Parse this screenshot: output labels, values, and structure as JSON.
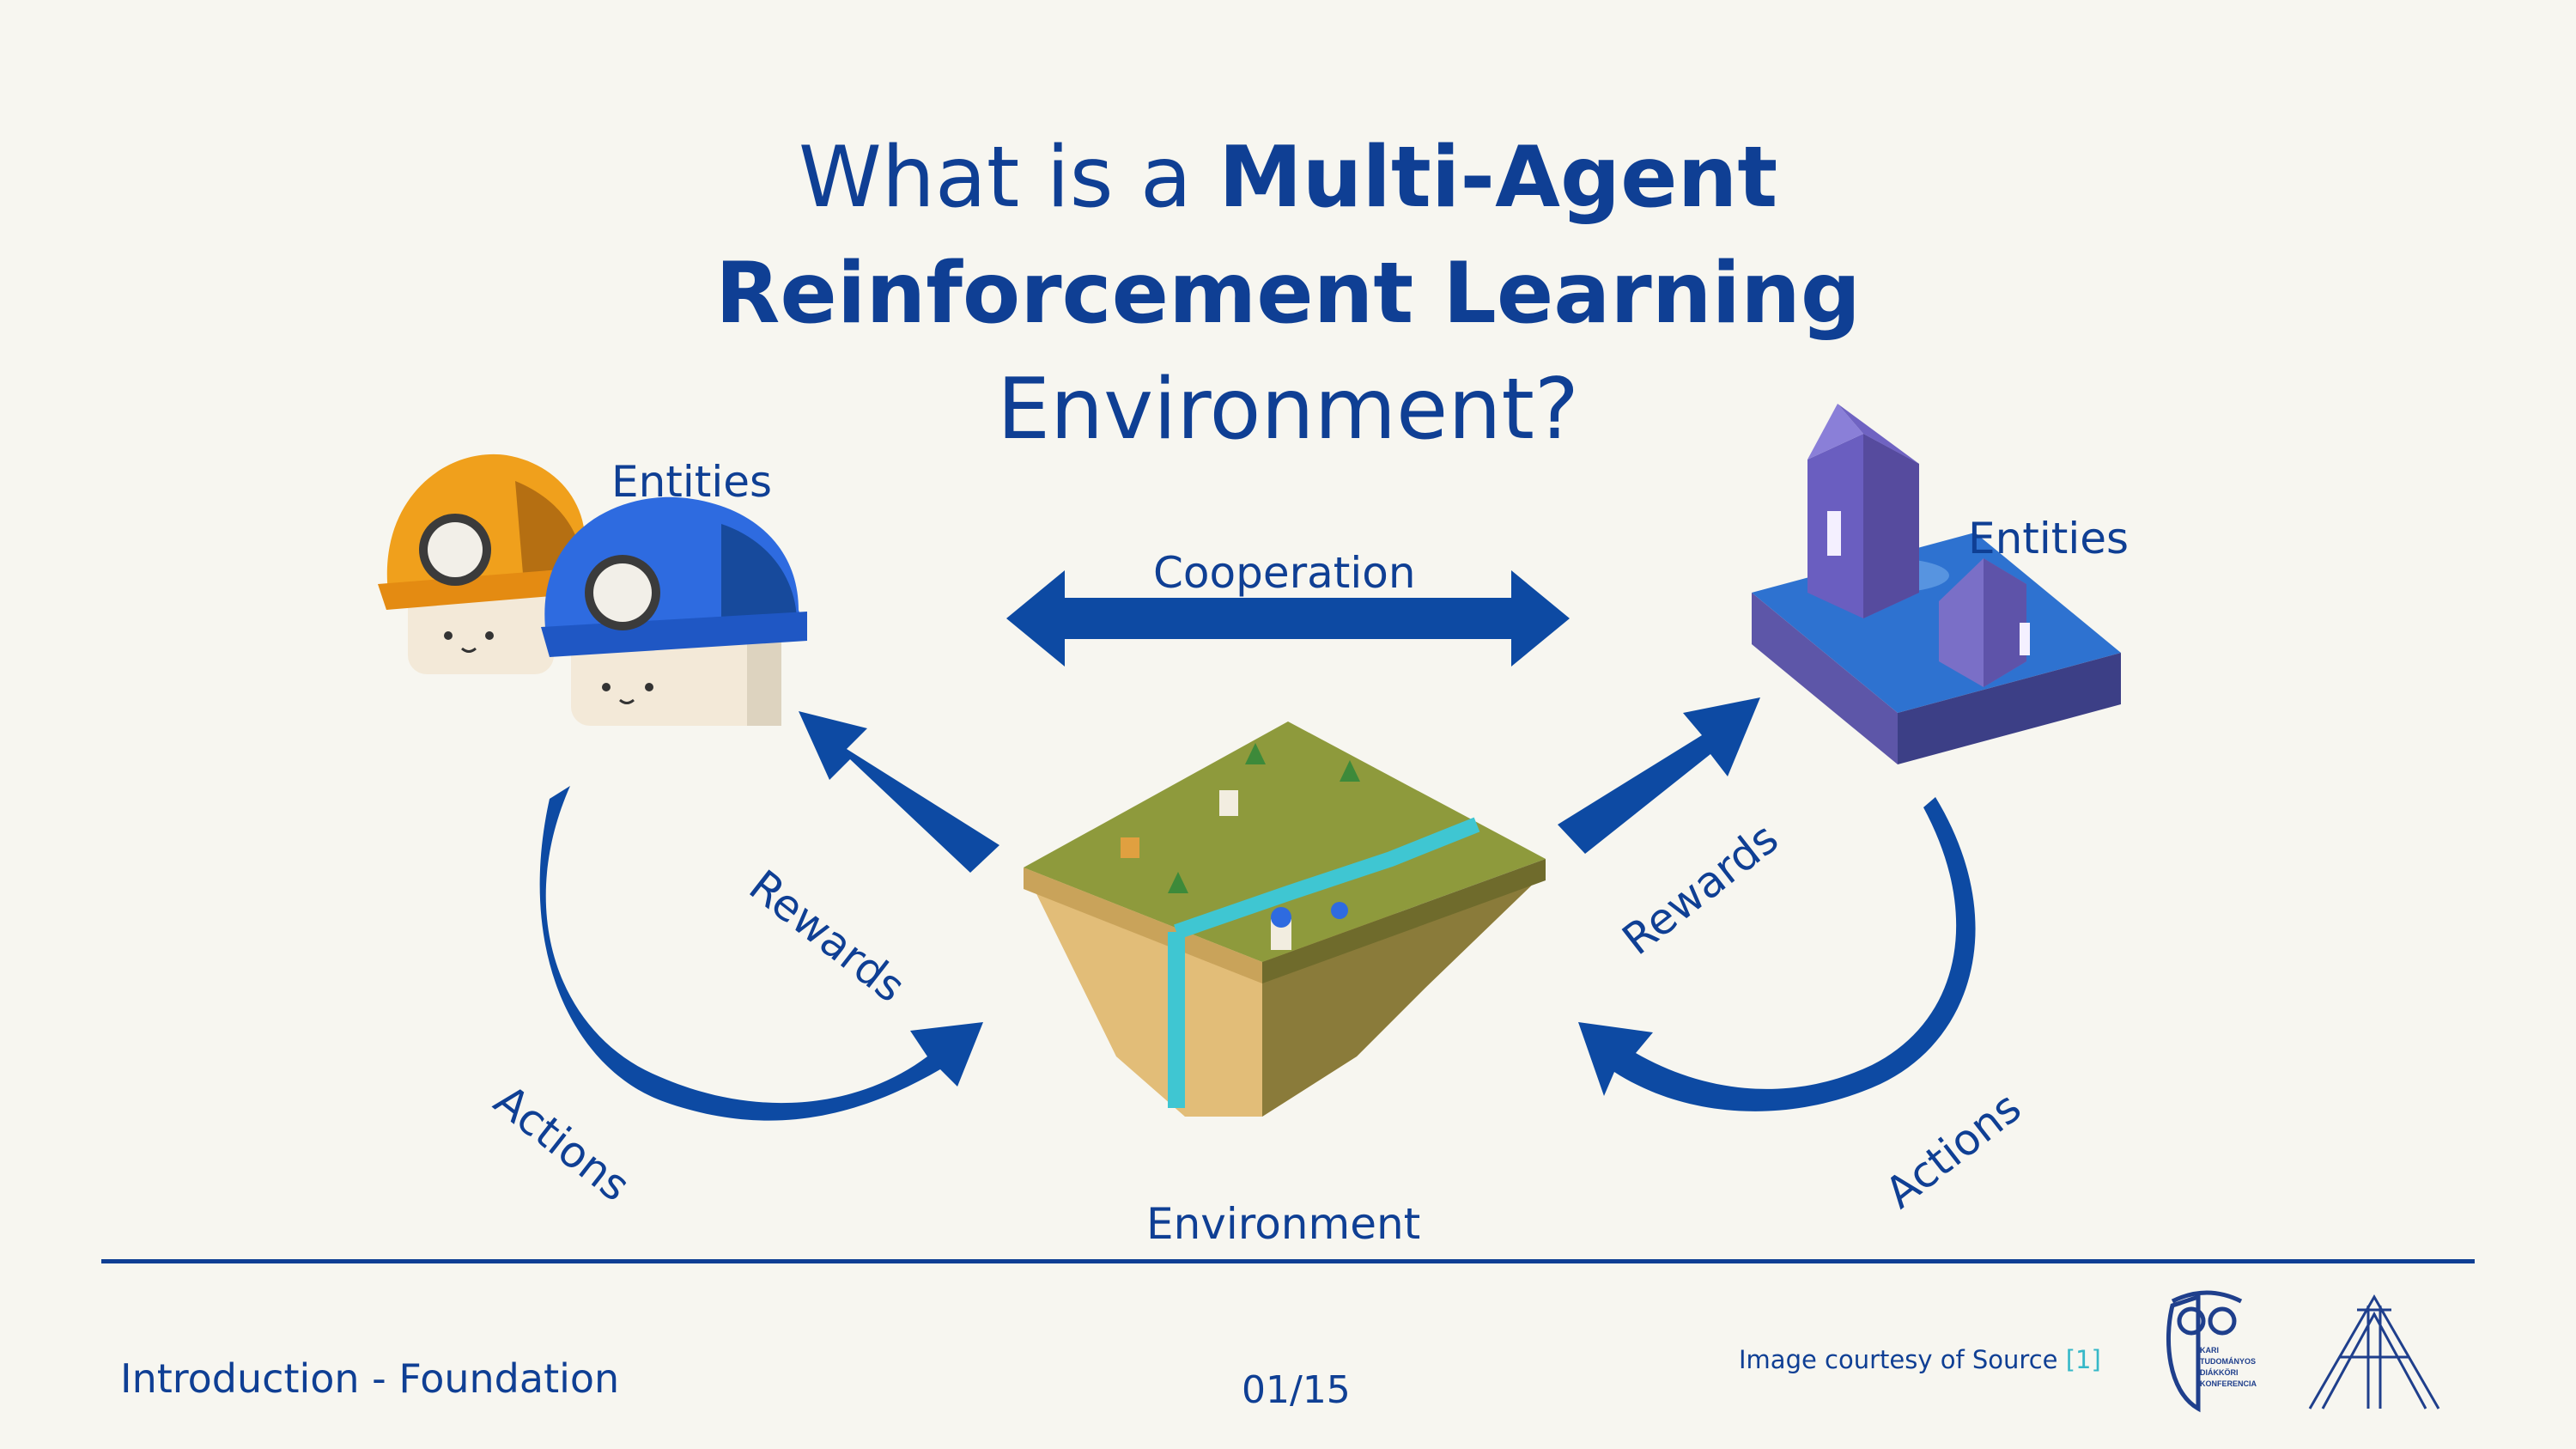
{
  "slide": {
    "title_prefix": "What is a",
    "title_bold_1": "Multi-Agent",
    "title_bold_2": "Reinforcement Learning",
    "title_suffix": "Environment?"
  },
  "diagram": {
    "entities_left": "Entities",
    "entities_right": "Entities",
    "cooperation": "Cooperation",
    "rewards_left": "Rewards",
    "rewards_right": "Rewards",
    "actions_left": "Actions",
    "actions_right": "Actions",
    "environment": "Environment"
  },
  "footer": {
    "section": "Introduction - Foundation",
    "page": "01/15",
    "credit_text": "Image courtesy of Source",
    "credit_ref": "[1]",
    "logo_text": [
      "KARI",
      "TUDOMÁNYOS",
      "DIÁKKÖRI",
      "KONFERENCIA"
    ]
  },
  "colors": {
    "background": "#f7f6f0",
    "primary_blue": "#0f3f94",
    "arrow_blue": "#0d4aa3",
    "accent_teal": "#36b8c8"
  }
}
